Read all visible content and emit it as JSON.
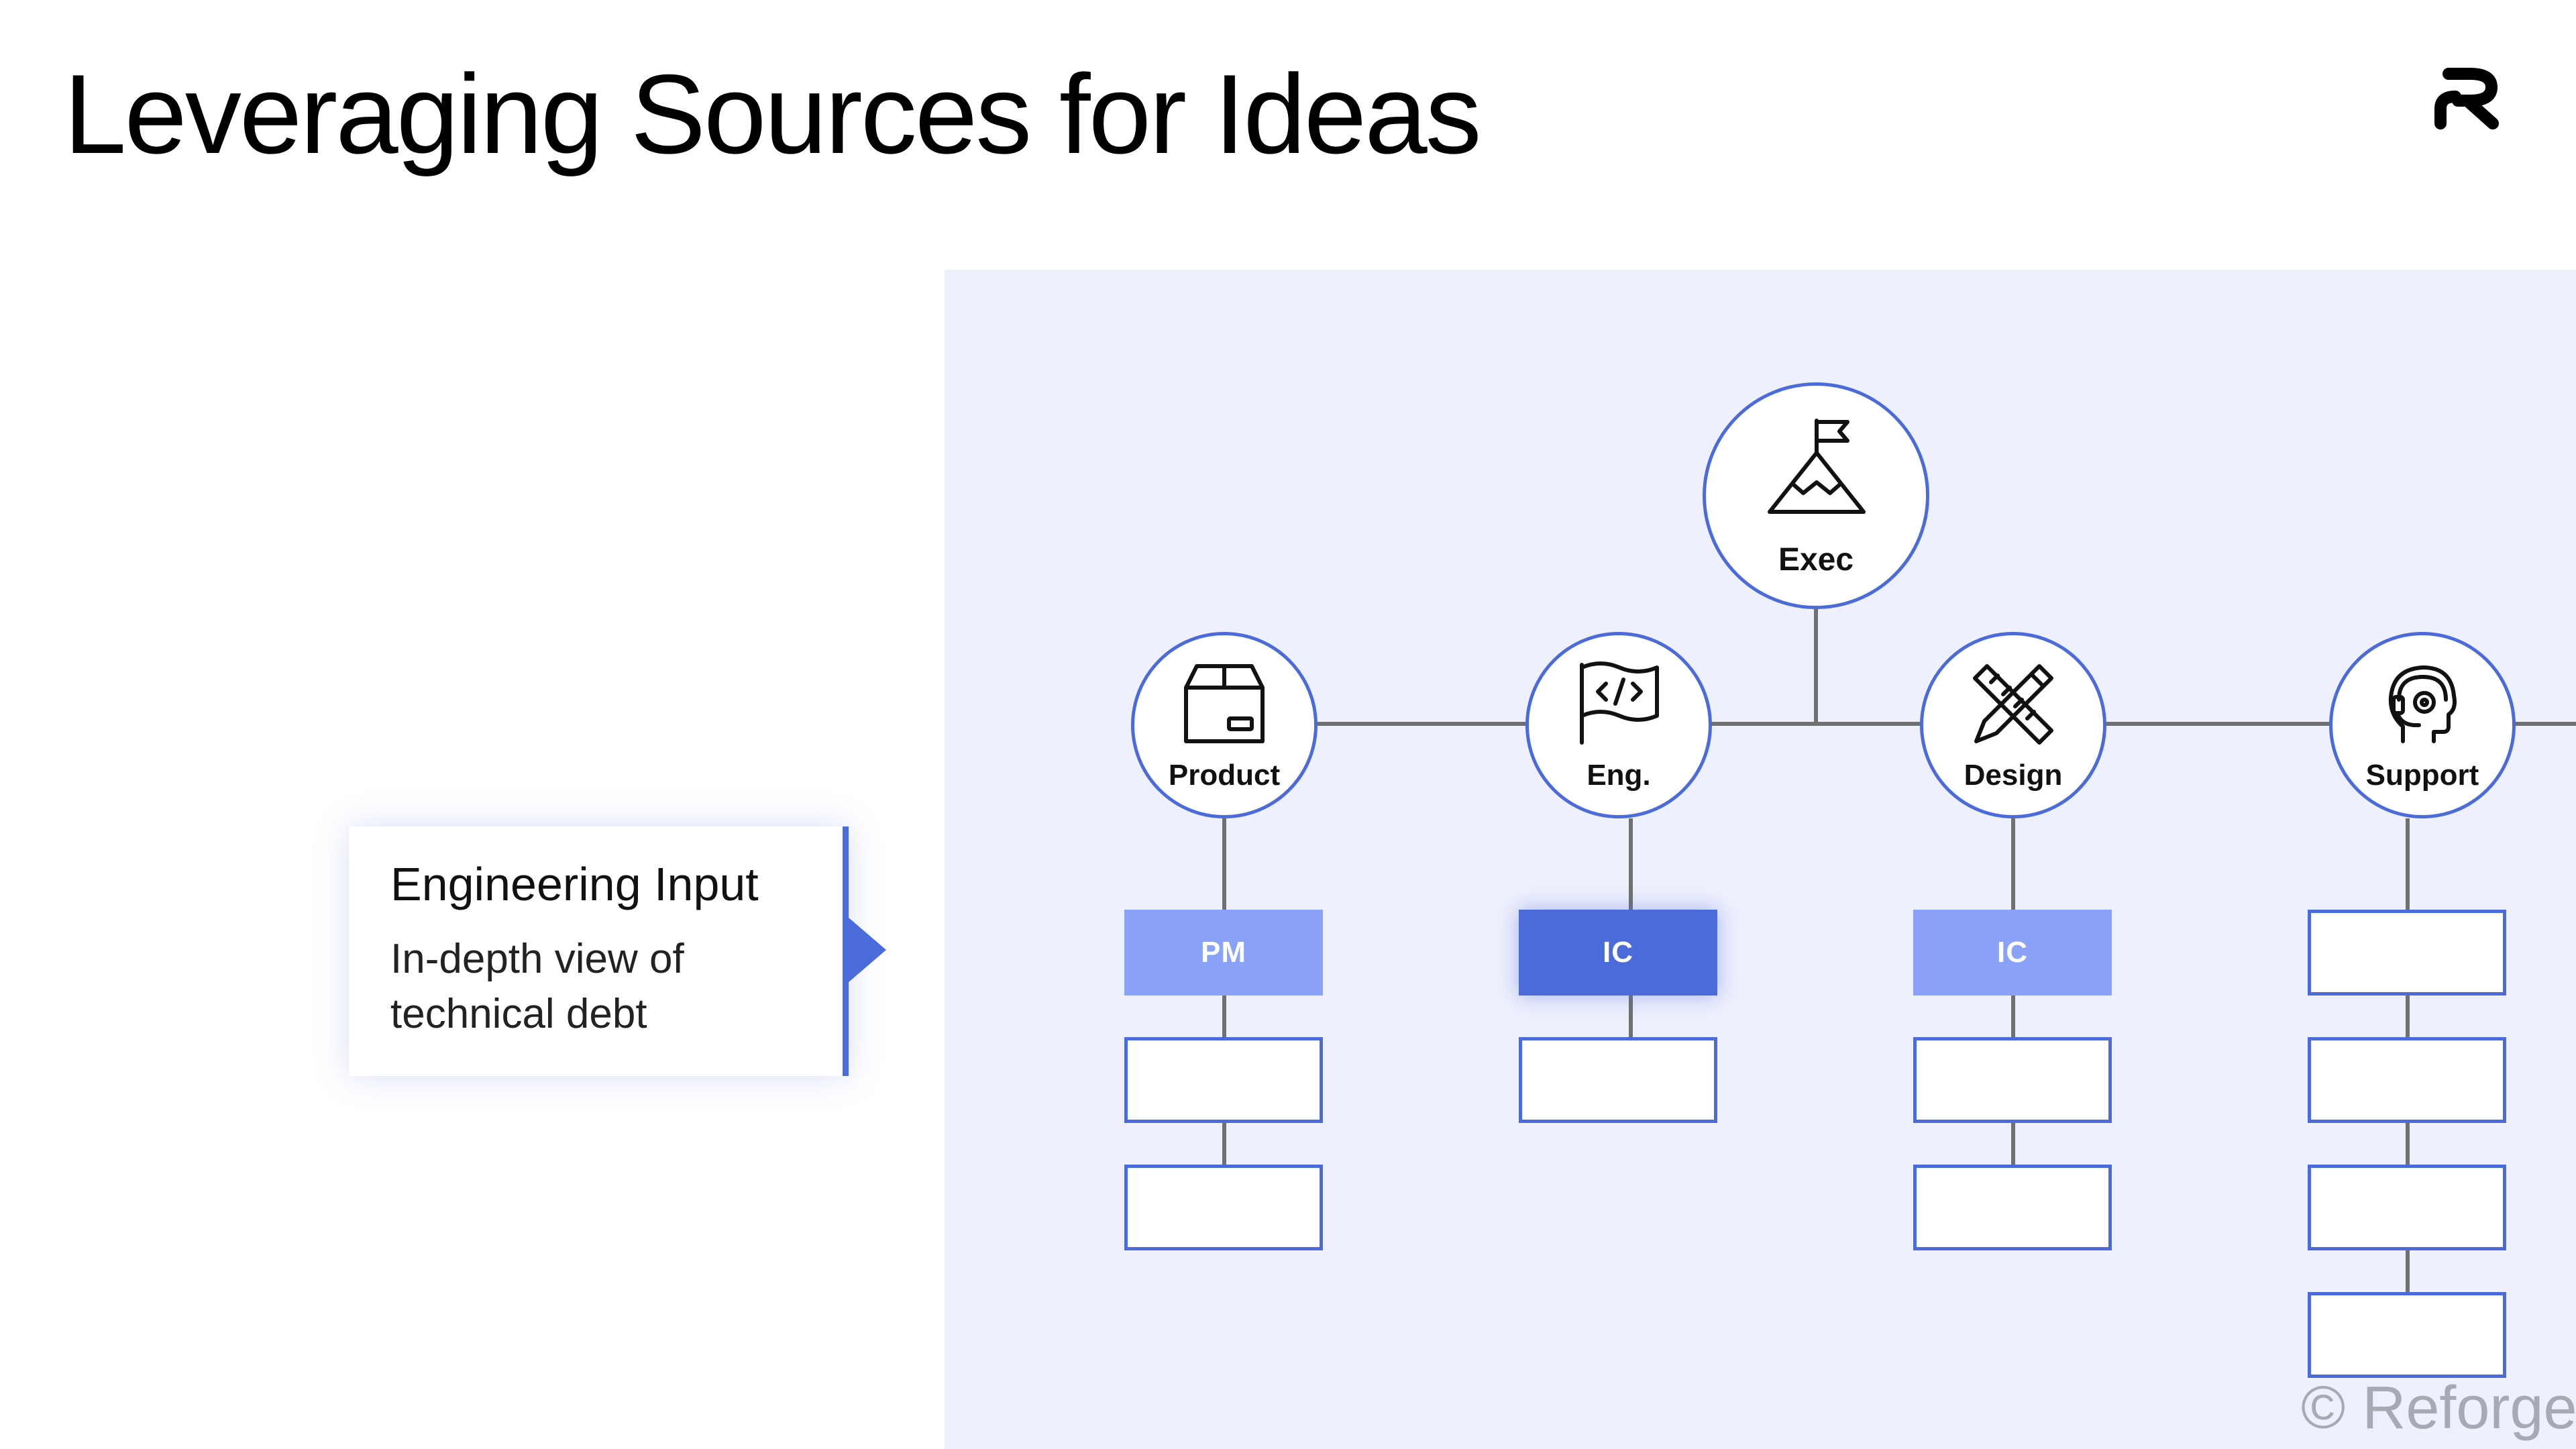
{
  "slide": {
    "title": "Leveraging Sources for Ideas",
    "watermark": "© Reforge",
    "logo_icon": "reforge-logo-icon",
    "accent_color": "#4c6bdb",
    "panel_color": "#eef0fd"
  },
  "callout": {
    "title": "Engineering Input",
    "body": "In-depth view of technical debt"
  },
  "org_chart": {
    "exec": {
      "label": "Exec",
      "icon": "mountain-flag-icon"
    },
    "teams": [
      {
        "label": "Product",
        "icon": "package-box-icon",
        "top_box": "PM",
        "top_box_state": "light",
        "box_count": 3
      },
      {
        "label": "Eng.",
        "icon": "code-flag-icon",
        "top_box": "IC",
        "top_box_state": "active",
        "box_count": 2
      },
      {
        "label": "Design",
        "icon": "pencil-ruler-icon",
        "top_box": "IC",
        "top_box_state": "light",
        "box_count": 3
      },
      {
        "label": "Support",
        "icon": "headset-agent-icon",
        "top_box": "",
        "top_box_state": "empty",
        "box_count": 4
      }
    ]
  }
}
